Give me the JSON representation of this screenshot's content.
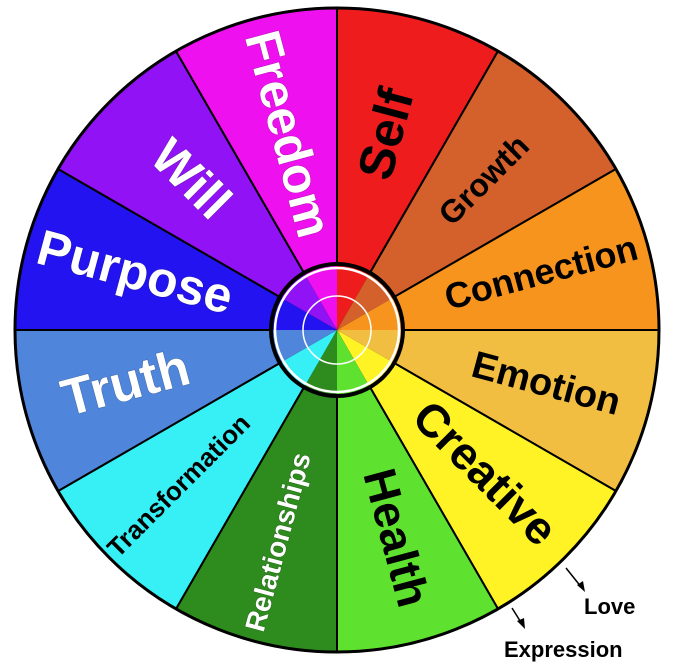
{
  "wheel": {
    "segments": [
      {
        "label": "Self",
        "color": "#ee1c1c",
        "text_color": "#000000"
      },
      {
        "label": "Growth",
        "color": "#d4602b",
        "text_color": "#000000"
      },
      {
        "label": "Connection",
        "color": "#f7941d",
        "text_color": "#000000"
      },
      {
        "label": "Emotion",
        "color": "#f1be42",
        "text_color": "#000000"
      },
      {
        "label": "Creative",
        "color": "#fff325",
        "text_color": "#000000"
      },
      {
        "label": "Health",
        "color": "#5fe12f",
        "text_color": "#000000"
      },
      {
        "label": "Relationships",
        "color": "#2e8b1e",
        "text_color": "#ffffff"
      },
      {
        "label": "Transformation",
        "color": "#37f0f5",
        "text_color": "#000000"
      },
      {
        "label": "Truth",
        "color": "#4f86db",
        "text_color": "#ffffff"
      },
      {
        "label": "Purpose",
        "color": "#2313f0",
        "text_color": "#ffffff"
      },
      {
        "label": "Will",
        "color": "#9113f5",
        "text_color": "#ffffff"
      },
      {
        "label": "Freedom",
        "color": "#ef10ef",
        "text_color": "#ffffff"
      }
    ],
    "annotations": [
      {
        "label": "Love"
      },
      {
        "label": "Expression"
      }
    ]
  }
}
